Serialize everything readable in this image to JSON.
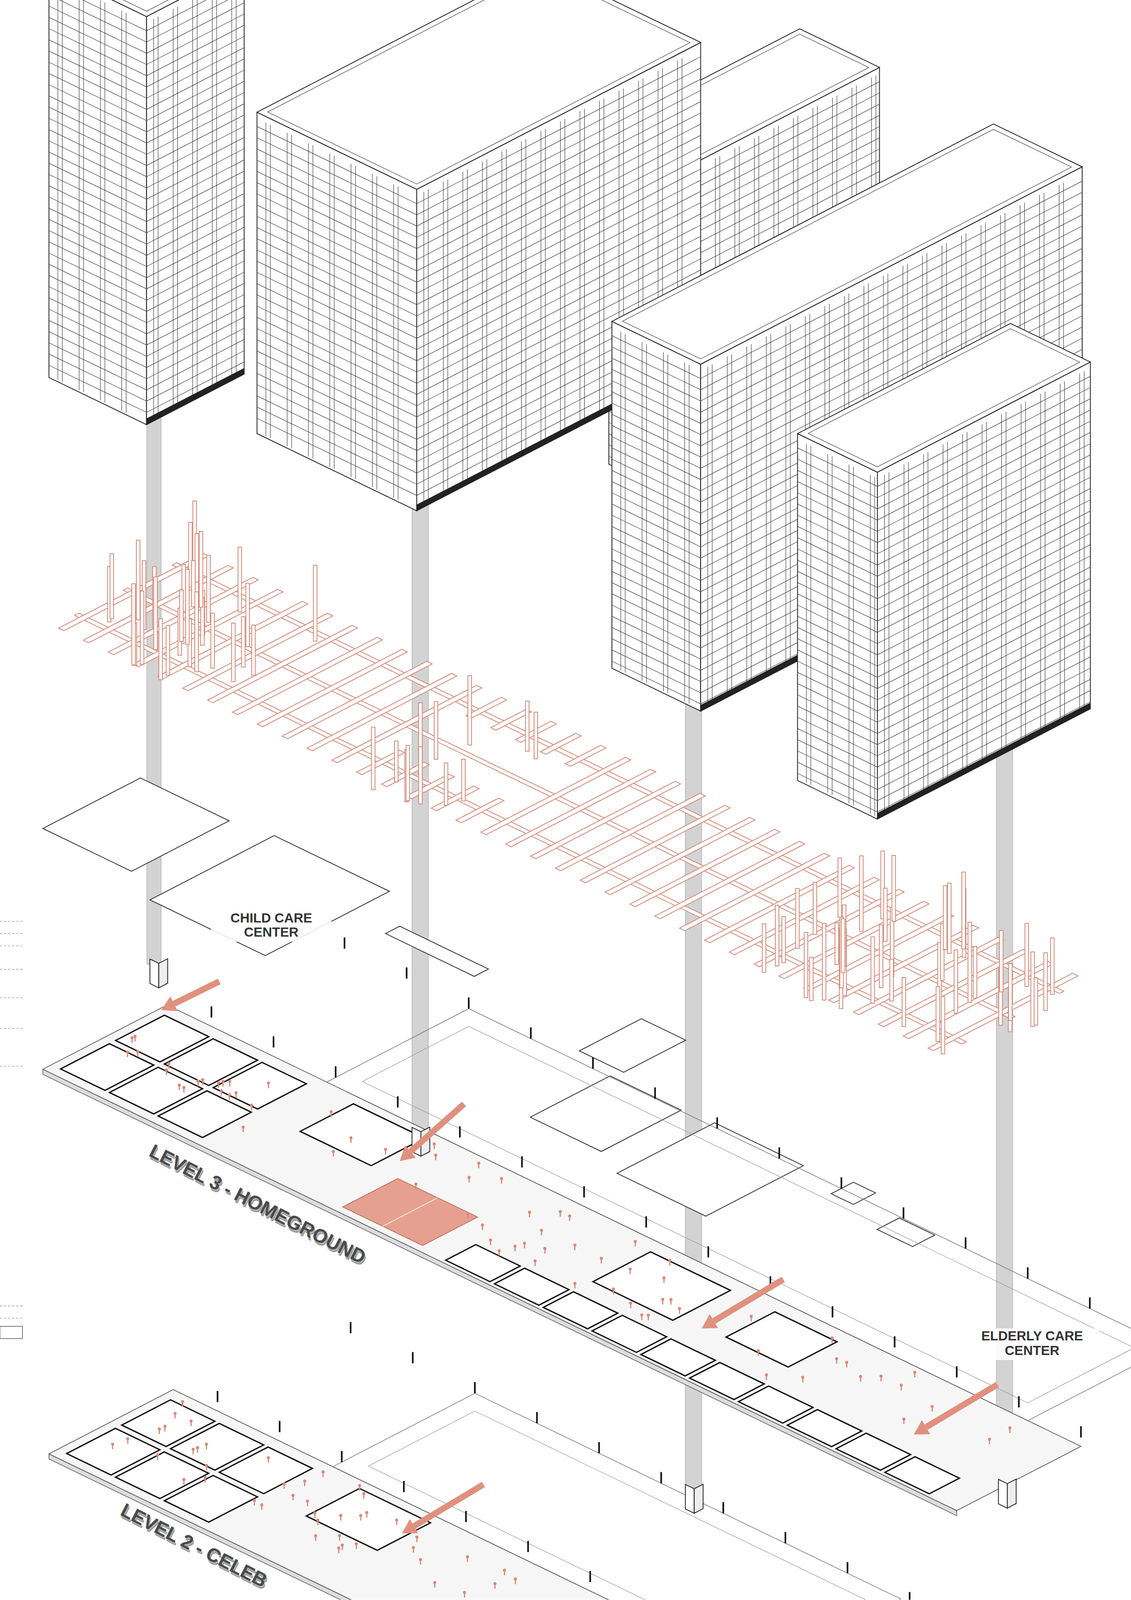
{
  "diagram": {
    "labels": [
      "CHILD CARE CENTER",
      "LEVEL 3 - HOMEGROUND",
      "ELDERLY CARE CENTER",
      "LEVEL 2 - CELEB"
    ]
  }
}
